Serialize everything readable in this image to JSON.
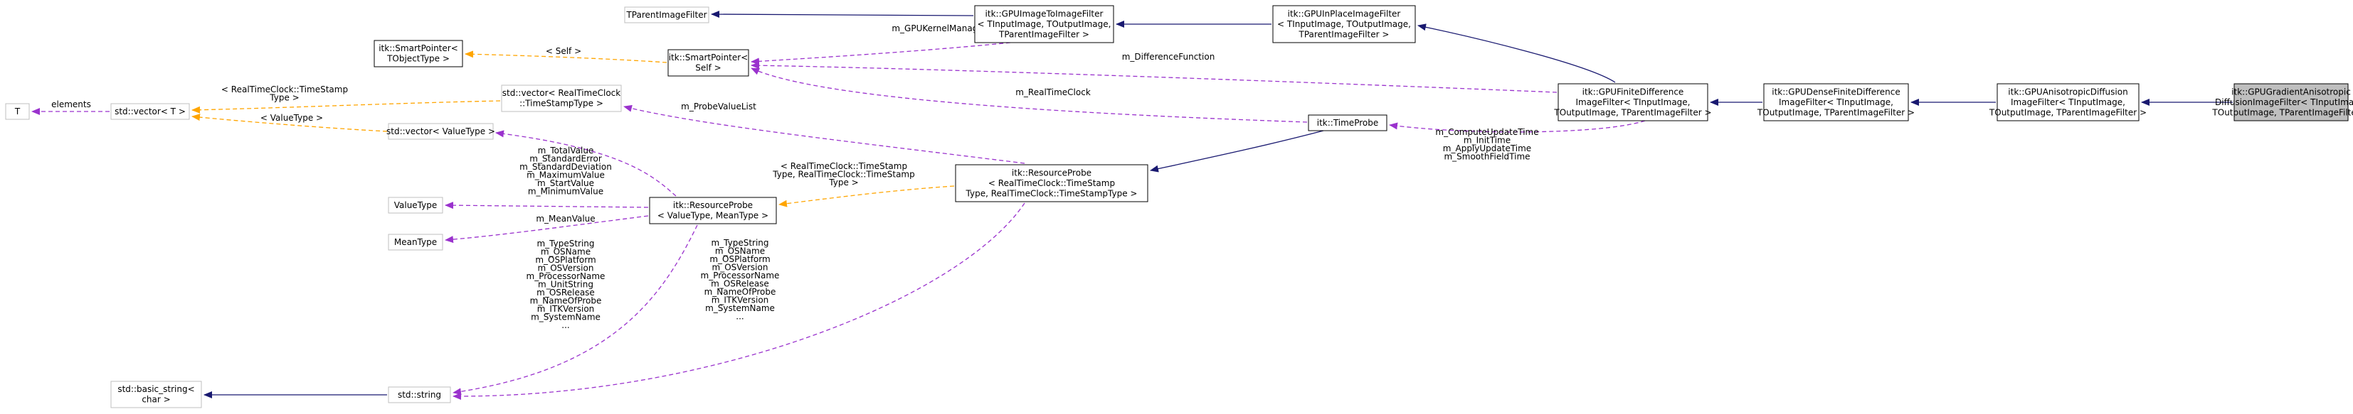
{
  "colors": {
    "inherit": "#191970",
    "usage": "#9a32cd",
    "template": "#ffa500",
    "node_border": "#000000",
    "faded_border": "#bfbfbf",
    "highlight_fill": "#bfbfbf"
  },
  "nodes": {
    "gpu_gradient": [
      "itk::GPUGradientAnisotropic",
      "DiffusionImageFilter< TInputImage,",
      "TOutputImage, TParentImageFilter >"
    ],
    "gpu_anisotropic": [
      "itk::GPUAnisotropicDiffusion",
      "ImageFilter< TInputImage,",
      "TOutputImage, TParentImageFilter >"
    ],
    "gpu_dense": [
      "itk::GPUDenseFiniteDifference",
      "ImageFilter< TInputImage,",
      "TOutputImage, TParentImageFilter >"
    ],
    "gpu_finite": [
      "itk::GPUFiniteDifference",
      "ImageFilter< TInputImage,",
      "TOutputImage, TParentImageFilter >"
    ],
    "gpu_inplace": [
      "itk::GPUInPlaceImageFilter",
      "< TInputImage, TOutputImage,",
      "TParentImageFilter >"
    ],
    "gpu_image_to_image": [
      "itk::GPUImageToImageFilter",
      "< TInputImage, TOutputImage,",
      "TParentImageFilter >"
    ],
    "tparent": [
      "TParentImageFilter"
    ],
    "smartptr_self": [
      "itk::SmartPointer<",
      "Self >"
    ],
    "smartptr_t": [
      "itk::SmartPointer<",
      "TObjectType >"
    ],
    "vector_rtc": [
      "std::vector< RealTimeClock",
      "::TimeStampType >"
    ],
    "vector_t": [
      "std::vector< T >"
    ],
    "t": [
      "T"
    ],
    "vector_valuetype": [
      "std::vector< ValueType >"
    ],
    "valuetype": [
      "ValueType"
    ],
    "meantype": [
      "MeanType"
    ],
    "resource_probe_vm": [
      "itk::ResourceProbe",
      "< ValueType, MeanType >"
    ],
    "resource_probe_rtc": [
      "itk::ResourceProbe",
      "< RealTimeClock::TimeStamp",
      "Type, RealTimeClock::TimeStampType >"
    ],
    "timeprobe": [
      "itk::TimeProbe"
    ],
    "std_string": [
      "std::string"
    ],
    "basic_string": [
      "std::basic_string<",
      "char >"
    ]
  },
  "edge_labels": {
    "gpu_kernel_manager": [
      "m_GPUKernelManager"
    ],
    "self": [
      "< Self >"
    ],
    "difference_function": [
      "m_DifferenceFunction"
    ],
    "real_time_clock": [
      "m_RealTimeClock"
    ],
    "elements": [
      "elements"
    ],
    "rtc_timestamp": [
      "< RealTimeClock::TimeStamp",
      "Type >"
    ],
    "valuetype_tpl": [
      "< ValueType >"
    ],
    "probe_value_list": [
      "m_ProbeValueList"
    ],
    "probe_vm_values": [
      "m_TotalValue",
      "m_StandardError",
      "m_StandardDeviation",
      "m_MaximumValue",
      "m_StartValue",
      "m_MinimumValue"
    ],
    "mean_value": [
      "m_MeanValue"
    ],
    "probe_rtc_tpl": [
      "< RealTimeClock::TimeStamp",
      "Type, RealTimeClock::TimeStamp",
      "Type >"
    ],
    "timeprobe_members": [
      "m_ComputeUpdateTime",
      "m_InitTime",
      "m_ApplyUpdateTime",
      "m_SmoothFieldTime"
    ],
    "strings_vm": [
      "m_TypeString",
      "m_OSName",
      "m_OSPlatform",
      "m_OSVersion",
      "m_ProcessorName",
      "m_UnitString",
      "m_OSRelease",
      "m_NameOfProbe",
      "m_ITKVersion",
      "m_SystemName",
      "..."
    ],
    "strings_rtc": [
      "m_TypeString",
      "m_OSName",
      "m_OSPlatform",
      "m_OSVersion",
      "m_ProcessorName",
      "m_OSRelease",
      "m_NameOfProbe",
      "m_ITKVersion",
      "m_SystemName",
      "..."
    ]
  }
}
